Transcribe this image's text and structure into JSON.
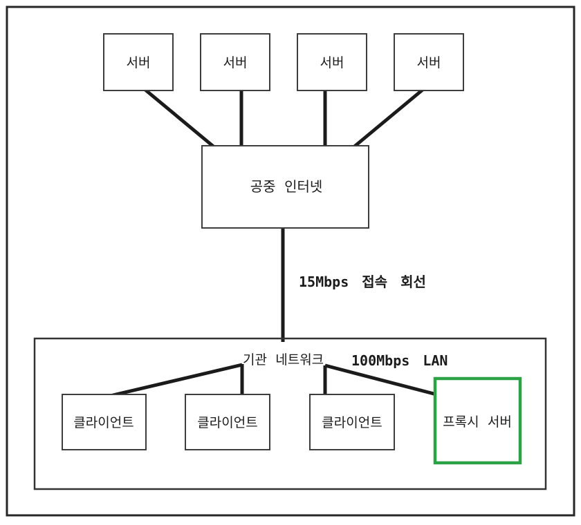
{
  "diagram": {
    "servers": [
      {
        "label": "서버"
      },
      {
        "label": "서버"
      },
      {
        "label": "서버"
      },
      {
        "label": "서버"
      }
    ],
    "internet": {
      "label": "공중 인터넷"
    },
    "access_line_label": "15Mbps 접속 회선",
    "org_network_label": "기관 네트워크",
    "lan_label": "100Mbps LAN",
    "clients": [
      {
        "label": "클라이언트"
      },
      {
        "label": "클라이언트"
      },
      {
        "label": "클라이언트"
      }
    ],
    "proxy_server": {
      "label": "프록시 서버"
    },
    "colors": {
      "connection_line": "#1b1b1b",
      "node_border": "#3d3d3d",
      "outer_border": "#262626",
      "proxy_green": "#2ba245",
      "text": "#1b1b1b",
      "background": "#ffffff"
    }
  }
}
